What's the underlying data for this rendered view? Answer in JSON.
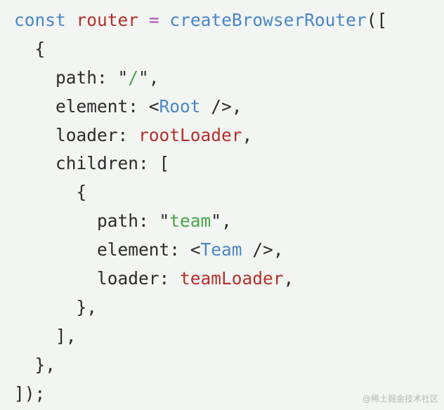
{
  "code": {
    "lines": [
      [
        {
          "t": "const",
          "c": "kw"
        },
        {
          "t": " ",
          "c": "punc"
        },
        {
          "t": "router",
          "c": "var"
        },
        {
          "t": " ",
          "c": "punc"
        },
        {
          "t": "=",
          "c": "op"
        },
        {
          "t": " ",
          "c": "punc"
        },
        {
          "t": "createBrowserRouter",
          "c": "fn"
        },
        {
          "t": "([",
          "c": "punc"
        }
      ],
      [
        {
          "t": "  {",
          "c": "punc"
        }
      ],
      [
        {
          "t": "    path: ",
          "c": "prop"
        },
        {
          "t": "\"",
          "c": "str"
        },
        {
          "t": "/",
          "c": "strc"
        },
        {
          "t": "\",",
          "c": "str"
        }
      ],
      [
        {
          "t": "    element: <",
          "c": "prop"
        },
        {
          "t": "Root",
          "c": "tag"
        },
        {
          "t": " />,",
          "c": "punc"
        }
      ],
      [
        {
          "t": "    loader: ",
          "c": "prop"
        },
        {
          "t": "rootLoader",
          "c": "id"
        },
        {
          "t": ",",
          "c": "punc"
        }
      ],
      [
        {
          "t": "    children: [",
          "c": "prop"
        }
      ],
      [
        {
          "t": "      {",
          "c": "punc"
        }
      ],
      [
        {
          "t": "        path: ",
          "c": "prop"
        },
        {
          "t": "\"",
          "c": "str"
        },
        {
          "t": "team",
          "c": "strc"
        },
        {
          "t": "\",",
          "c": "str"
        }
      ],
      [
        {
          "t": "        element: <",
          "c": "prop"
        },
        {
          "t": "Team",
          "c": "tag"
        },
        {
          "t": " />,",
          "c": "punc"
        }
      ],
      [
        {
          "t": "        loader: ",
          "c": "prop"
        },
        {
          "t": "teamLoader",
          "c": "id"
        },
        {
          "t": ",",
          "c": "punc"
        }
      ],
      [
        {
          "t": "      },",
          "c": "punc"
        }
      ],
      [
        {
          "t": "    ],",
          "c": "punc"
        }
      ],
      [
        {
          "t": "  },",
          "c": "punc"
        }
      ],
      [
        {
          "t": "]);",
          "c": "punc"
        }
      ]
    ]
  },
  "watermark": "@稀土掘金技术社区",
  "colors": {
    "background": "#f2f5f1",
    "keyword": "#4a86c8",
    "identifier": "#b3302b",
    "operator": "#b050b5",
    "string_content": "#48a548",
    "plain": "#2b2b2b"
  }
}
